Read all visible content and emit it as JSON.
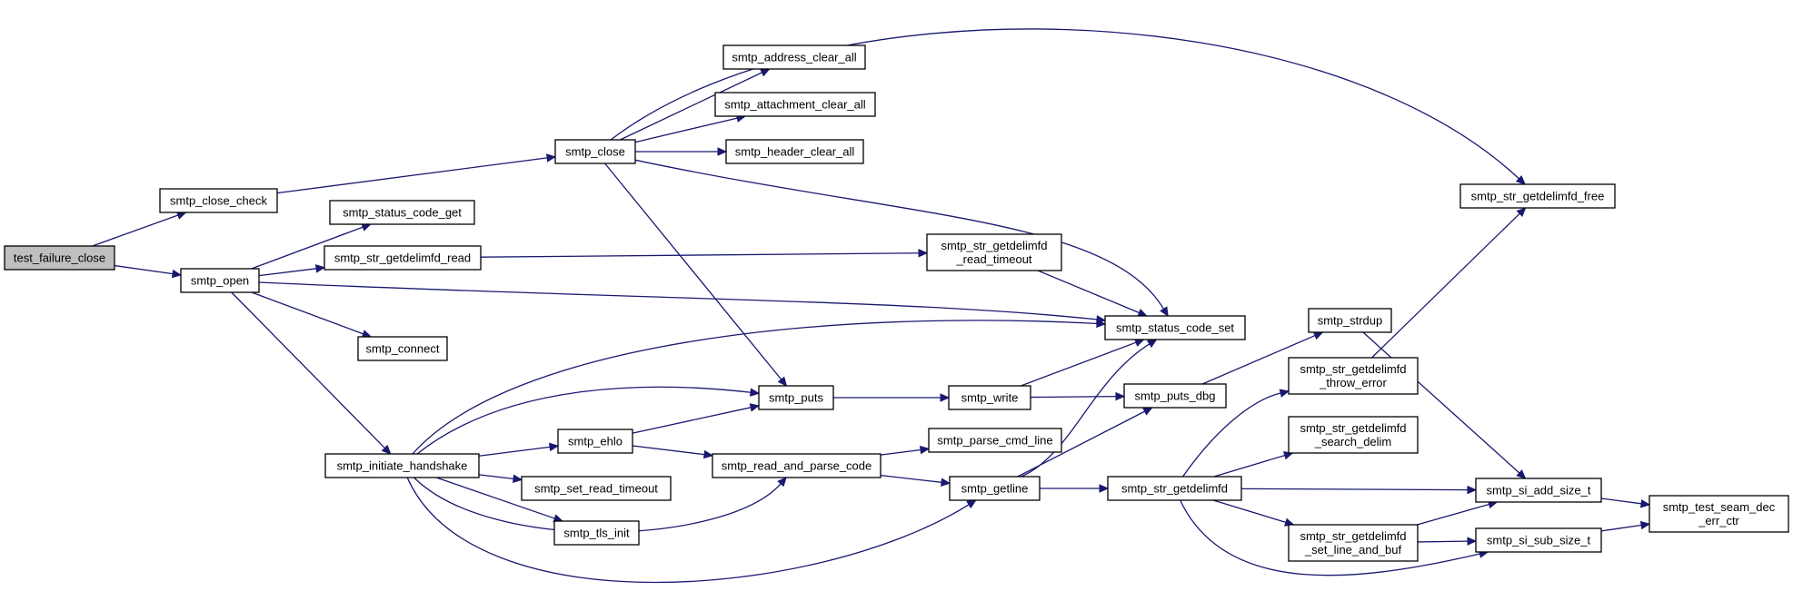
{
  "diagram": {
    "nodes": [
      {
        "id": "test_failure_close",
        "label": "test_failure_close",
        "root": true
      },
      {
        "id": "smtp_close_check",
        "label": "smtp_close_check"
      },
      {
        "id": "smtp_open",
        "label": "smtp_open"
      },
      {
        "id": "smtp_close",
        "label": "smtp_close"
      },
      {
        "id": "smtp_status_code_get",
        "label": "smtp_status_code_get"
      },
      {
        "id": "smtp_str_getdelimfd_read",
        "label": "smtp_str_getdelimfd_read"
      },
      {
        "id": "smtp_connect",
        "label": "smtp_connect"
      },
      {
        "id": "smtp_initiate_handshake",
        "label": "smtp_initiate_handshake"
      },
      {
        "id": "smtp_address_clear_all",
        "label": "smtp_address_clear_all"
      },
      {
        "id": "smtp_attachment_clear_all",
        "label": "smtp_attachment_clear_all"
      },
      {
        "id": "smtp_header_clear_all",
        "label": "smtp_header_clear_all"
      },
      {
        "id": "smtp_str_getdelimfd_free",
        "label": "smtp_str_getdelimfd_free"
      },
      {
        "id": "smtp_status_code_set",
        "label": "smtp_status_code_set"
      },
      {
        "id": "smtp_puts",
        "label": "smtp_puts"
      },
      {
        "id": "smtp_str_getdelimfd_read_timeout",
        "label": "smtp_str_getdelimfd\n_read_timeout"
      },
      {
        "id": "smtp_ehlo",
        "label": "smtp_ehlo"
      },
      {
        "id": "smtp_read_and_parse_code",
        "label": "smtp_read_and_parse_code"
      },
      {
        "id": "smtp_set_read_timeout",
        "label": "smtp_set_read_timeout"
      },
      {
        "id": "smtp_tls_init",
        "label": "smtp_tls_init"
      },
      {
        "id": "smtp_getline",
        "label": "smtp_getline"
      },
      {
        "id": "smtp_write",
        "label": "smtp_write"
      },
      {
        "id": "smtp_parse_cmd_line",
        "label": "smtp_parse_cmd_line"
      },
      {
        "id": "smtp_puts_dbg",
        "label": "smtp_puts_dbg"
      },
      {
        "id": "smtp_str_getdelimfd",
        "label": "smtp_str_getdelimfd"
      },
      {
        "id": "smtp_strdup",
        "label": "smtp_strdup"
      },
      {
        "id": "smtp_str_getdelimfd_throw_error",
        "label": "smtp_str_getdelimfd\n_throw_error"
      },
      {
        "id": "smtp_str_getdelimfd_search_delim",
        "label": "smtp_str_getdelimfd\n_search_delim"
      },
      {
        "id": "smtp_str_getdelimfd_set_line_and_buf",
        "label": "smtp_str_getdelimfd\n_set_line_and_buf"
      },
      {
        "id": "smtp_si_add_size_t",
        "label": "smtp_si_add_size_t"
      },
      {
        "id": "smtp_si_sub_size_t",
        "label": "smtp_si_sub_size_t"
      },
      {
        "id": "smtp_test_seam_dec_err_ctr",
        "label": "smtp_test_seam_dec\n_err_ctr"
      }
    ],
    "edges": [
      [
        "test_failure_close",
        "smtp_close_check"
      ],
      [
        "test_failure_close",
        "smtp_open"
      ],
      [
        "smtp_close_check",
        "smtp_close"
      ],
      [
        "smtp_close",
        "smtp_address_clear_all"
      ],
      [
        "smtp_close",
        "smtp_attachment_clear_all"
      ],
      [
        "smtp_close",
        "smtp_header_clear_all"
      ],
      [
        "smtp_close",
        "smtp_str_getdelimfd_free"
      ],
      [
        "smtp_close",
        "smtp_status_code_set"
      ],
      [
        "smtp_close",
        "smtp_puts"
      ],
      [
        "smtp_open",
        "smtp_status_code_get"
      ],
      [
        "smtp_open",
        "smtp_str_getdelimfd_read"
      ],
      [
        "smtp_open",
        "smtp_status_code_set"
      ],
      [
        "smtp_open",
        "smtp_connect"
      ],
      [
        "smtp_open",
        "smtp_initiate_handshake"
      ],
      [
        "smtp_str_getdelimfd_read",
        "smtp_str_getdelimfd_read_timeout"
      ],
      [
        "smtp_str_getdelimfd_read_timeout",
        "smtp_status_code_set"
      ],
      [
        "smtp_initiate_handshake",
        "smtp_status_code_set"
      ],
      [
        "smtp_initiate_handshake",
        "smtp_puts"
      ],
      [
        "smtp_initiate_handshake",
        "smtp_ehlo"
      ],
      [
        "smtp_initiate_handshake",
        "smtp_set_read_timeout"
      ],
      [
        "smtp_initiate_handshake",
        "smtp_tls_init"
      ],
      [
        "smtp_initiate_handshake",
        "smtp_read_and_parse_code"
      ],
      [
        "smtp_initiate_handshake",
        "smtp_getline"
      ],
      [
        "smtp_ehlo",
        "smtp_puts"
      ],
      [
        "smtp_ehlo",
        "smtp_read_and_parse_code"
      ],
      [
        "smtp_puts",
        "smtp_write"
      ],
      [
        "smtp_write",
        "smtp_status_code_set"
      ],
      [
        "smtp_write",
        "smtp_puts_dbg"
      ],
      [
        "smtp_read_and_parse_code",
        "smtp_parse_cmd_line"
      ],
      [
        "smtp_read_and_parse_code",
        "smtp_getline"
      ],
      [
        "smtp_getline",
        "smtp_status_code_set"
      ],
      [
        "smtp_getline",
        "smtp_puts_dbg"
      ],
      [
        "smtp_getline",
        "smtp_str_getdelimfd"
      ],
      [
        "smtp_puts_dbg",
        "smtp_strdup"
      ],
      [
        "smtp_strdup",
        "smtp_si_add_size_t"
      ],
      [
        "smtp_str_getdelimfd",
        "smtp_str_getdelimfd_throw_error"
      ],
      [
        "smtp_str_getdelimfd",
        "smtp_str_getdelimfd_search_delim"
      ],
      [
        "smtp_str_getdelimfd",
        "smtp_si_add_size_t"
      ],
      [
        "smtp_str_getdelimfd",
        "smtp_str_getdelimfd_set_line_and_buf"
      ],
      [
        "smtp_str_getdelimfd",
        "smtp_si_sub_size_t"
      ],
      [
        "smtp_str_getdelimfd_throw_error",
        "smtp_str_getdelimfd_free"
      ],
      [
        "smtp_str_getdelimfd_set_line_and_buf",
        "smtp_si_add_size_t"
      ],
      [
        "smtp_str_getdelimfd_set_line_and_buf",
        "smtp_si_sub_size_t"
      ],
      [
        "smtp_si_add_size_t",
        "smtp_test_seam_dec_err_ctr"
      ],
      [
        "smtp_si_sub_size_t",
        "smtp_test_seam_dec_err_ctr"
      ]
    ]
  }
}
